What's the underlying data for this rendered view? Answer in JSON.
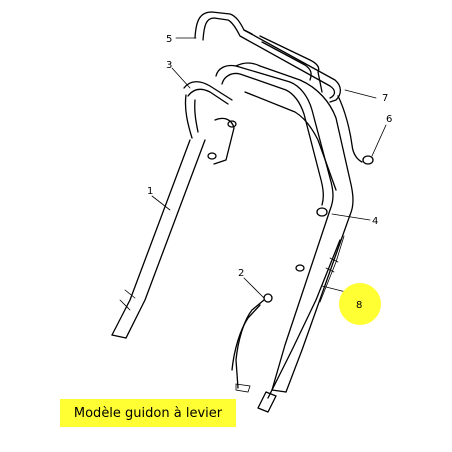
{
  "diagram": {
    "part_labels": [
      "1",
      "2",
      "3",
      "4",
      "5",
      "6",
      "7",
      "8"
    ],
    "highlight_color": "#ffff33",
    "caption": "Modèle guidon à levier"
  }
}
